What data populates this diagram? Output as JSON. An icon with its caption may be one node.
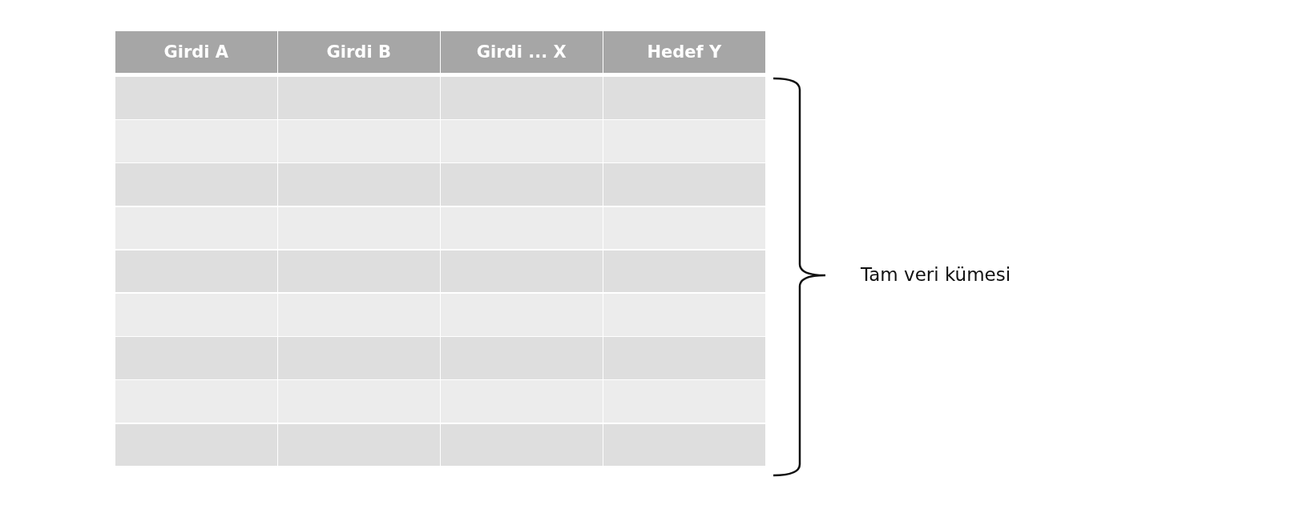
{
  "diagram": {
    "labels": [
      "Girdi A",
      "Girdi B",
      "Girdi ... X",
      "Hedef Y",
      "Tam veri kümesi"
    ]
  }
}
